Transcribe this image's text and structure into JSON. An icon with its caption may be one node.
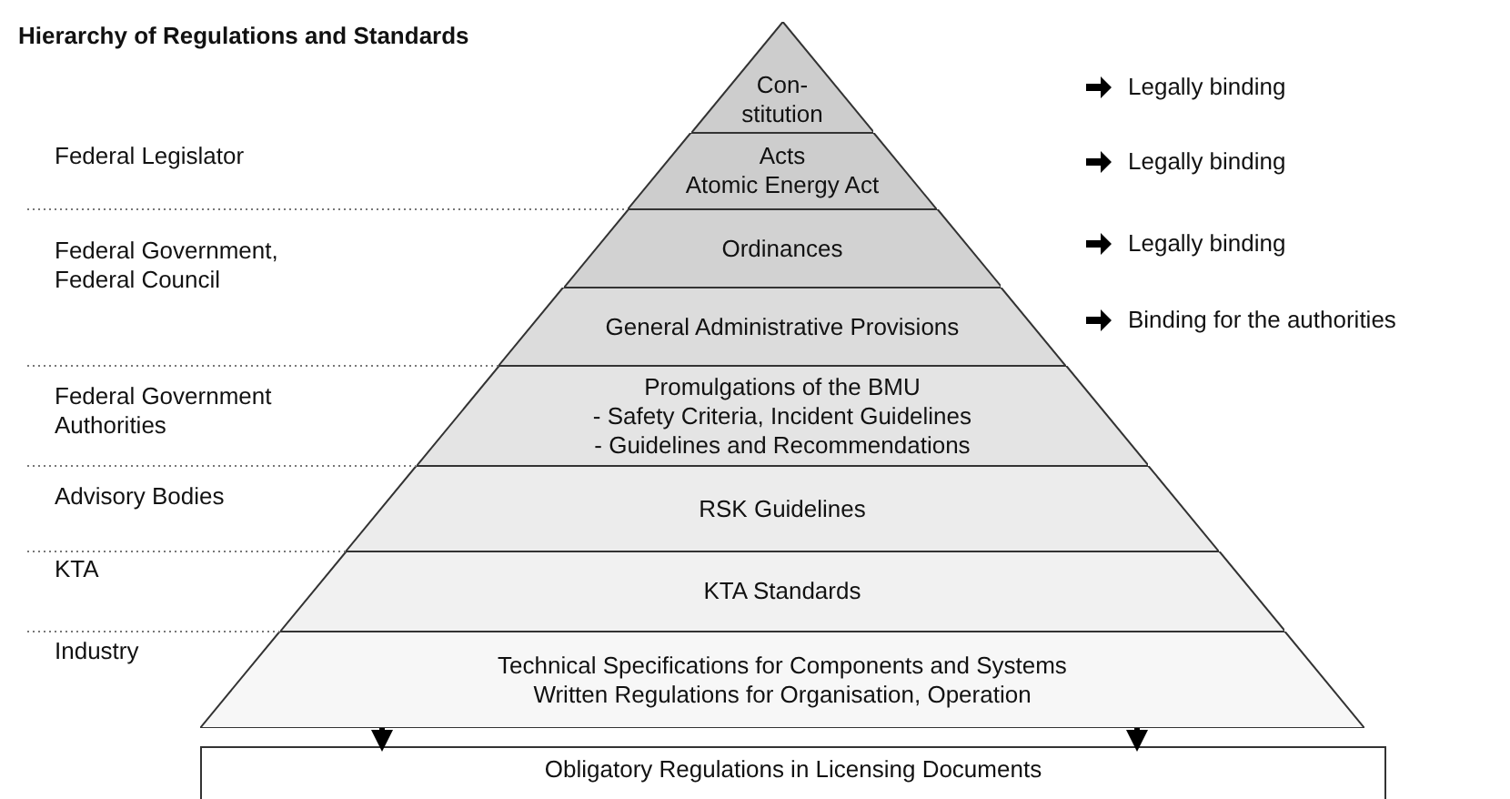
{
  "diagram": {
    "title": "Hierarchy of Regulations and Standards",
    "nodes": [
      {
        "text": [
          "Con- stitution"
        ]
      },
      {
        "text": [
          "Acts",
          "Atomic Energy Act"
        ]
      },
      {
        "text": [
          "Ordinances"
        ]
      },
      {
        "text": [
          "General Administrative Provisions"
        ]
      },
      {
        "text": [
          "Promulgations of the BMU",
          "- Safety Criteria, Incident Guidelines",
          "- Guidelines and Recommendations"
        ]
      },
      {
        "text": [
          "RSK Guidelines"
        ]
      },
      {
        "text": [
          "KTA Standards"
        ]
      },
      {
        "text": [
          "Technical Specifications for Components and Systems",
          "Written Regulations for Organisation, Operation"
        ]
      },
      {
        "text": [
          "Obligatory Regulations in Licensing Documents"
        ]
      }
    ],
    "edges": [
      {
        "from": 7,
        "to": 8,
        "arrow": "to"
      },
      {
        "from": 7,
        "to": 8,
        "arrow": "to"
      }
    ],
    "labels": [
      "Legally binding",
      "Federal Legislator",
      "Legally binding",
      "Federal Government, Federal Council",
      "Legally binding",
      "Binding for the authorities",
      "Federal Government Authorities",
      "Advisory Bodies",
      "KTA",
      "Industry"
    ]
  }
}
